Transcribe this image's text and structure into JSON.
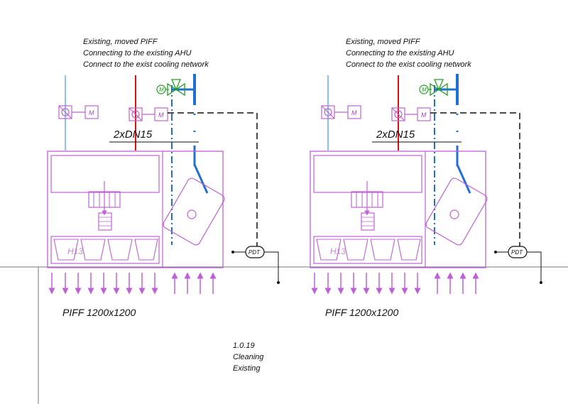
{
  "units": [
    {
      "notes": [
        "Existing, moved PIFF",
        "Connecting to the existing AHU",
        "Connect to the exist cooling network"
      ],
      "pipe_label": "2xDN15",
      "filter_label": "H13",
      "sensor_label": "PDT",
      "motor_label": "M",
      "unit_label": "PIFF 1200x1200"
    },
    {
      "notes": [
        "Existing, moved PIFF",
        "Connecting to the existing AHU",
        "Connect to the exist cooling network"
      ],
      "pipe_label": "2xDN15",
      "filter_label": "H13",
      "sensor_label": "PDT",
      "motor_label": "M",
      "unit_label": "PIFF 1200x1200"
    }
  ],
  "room_note": [
    "1.0.19",
    "Cleaning",
    "Existing"
  ],
  "colors": {
    "unit": "#c060d8",
    "supply_pipe": "#e01010",
    "return_pipe": "#88c4f0",
    "cooling_pipe": "#2070d0",
    "valve": "#20a020",
    "control_line": "#111111"
  }
}
